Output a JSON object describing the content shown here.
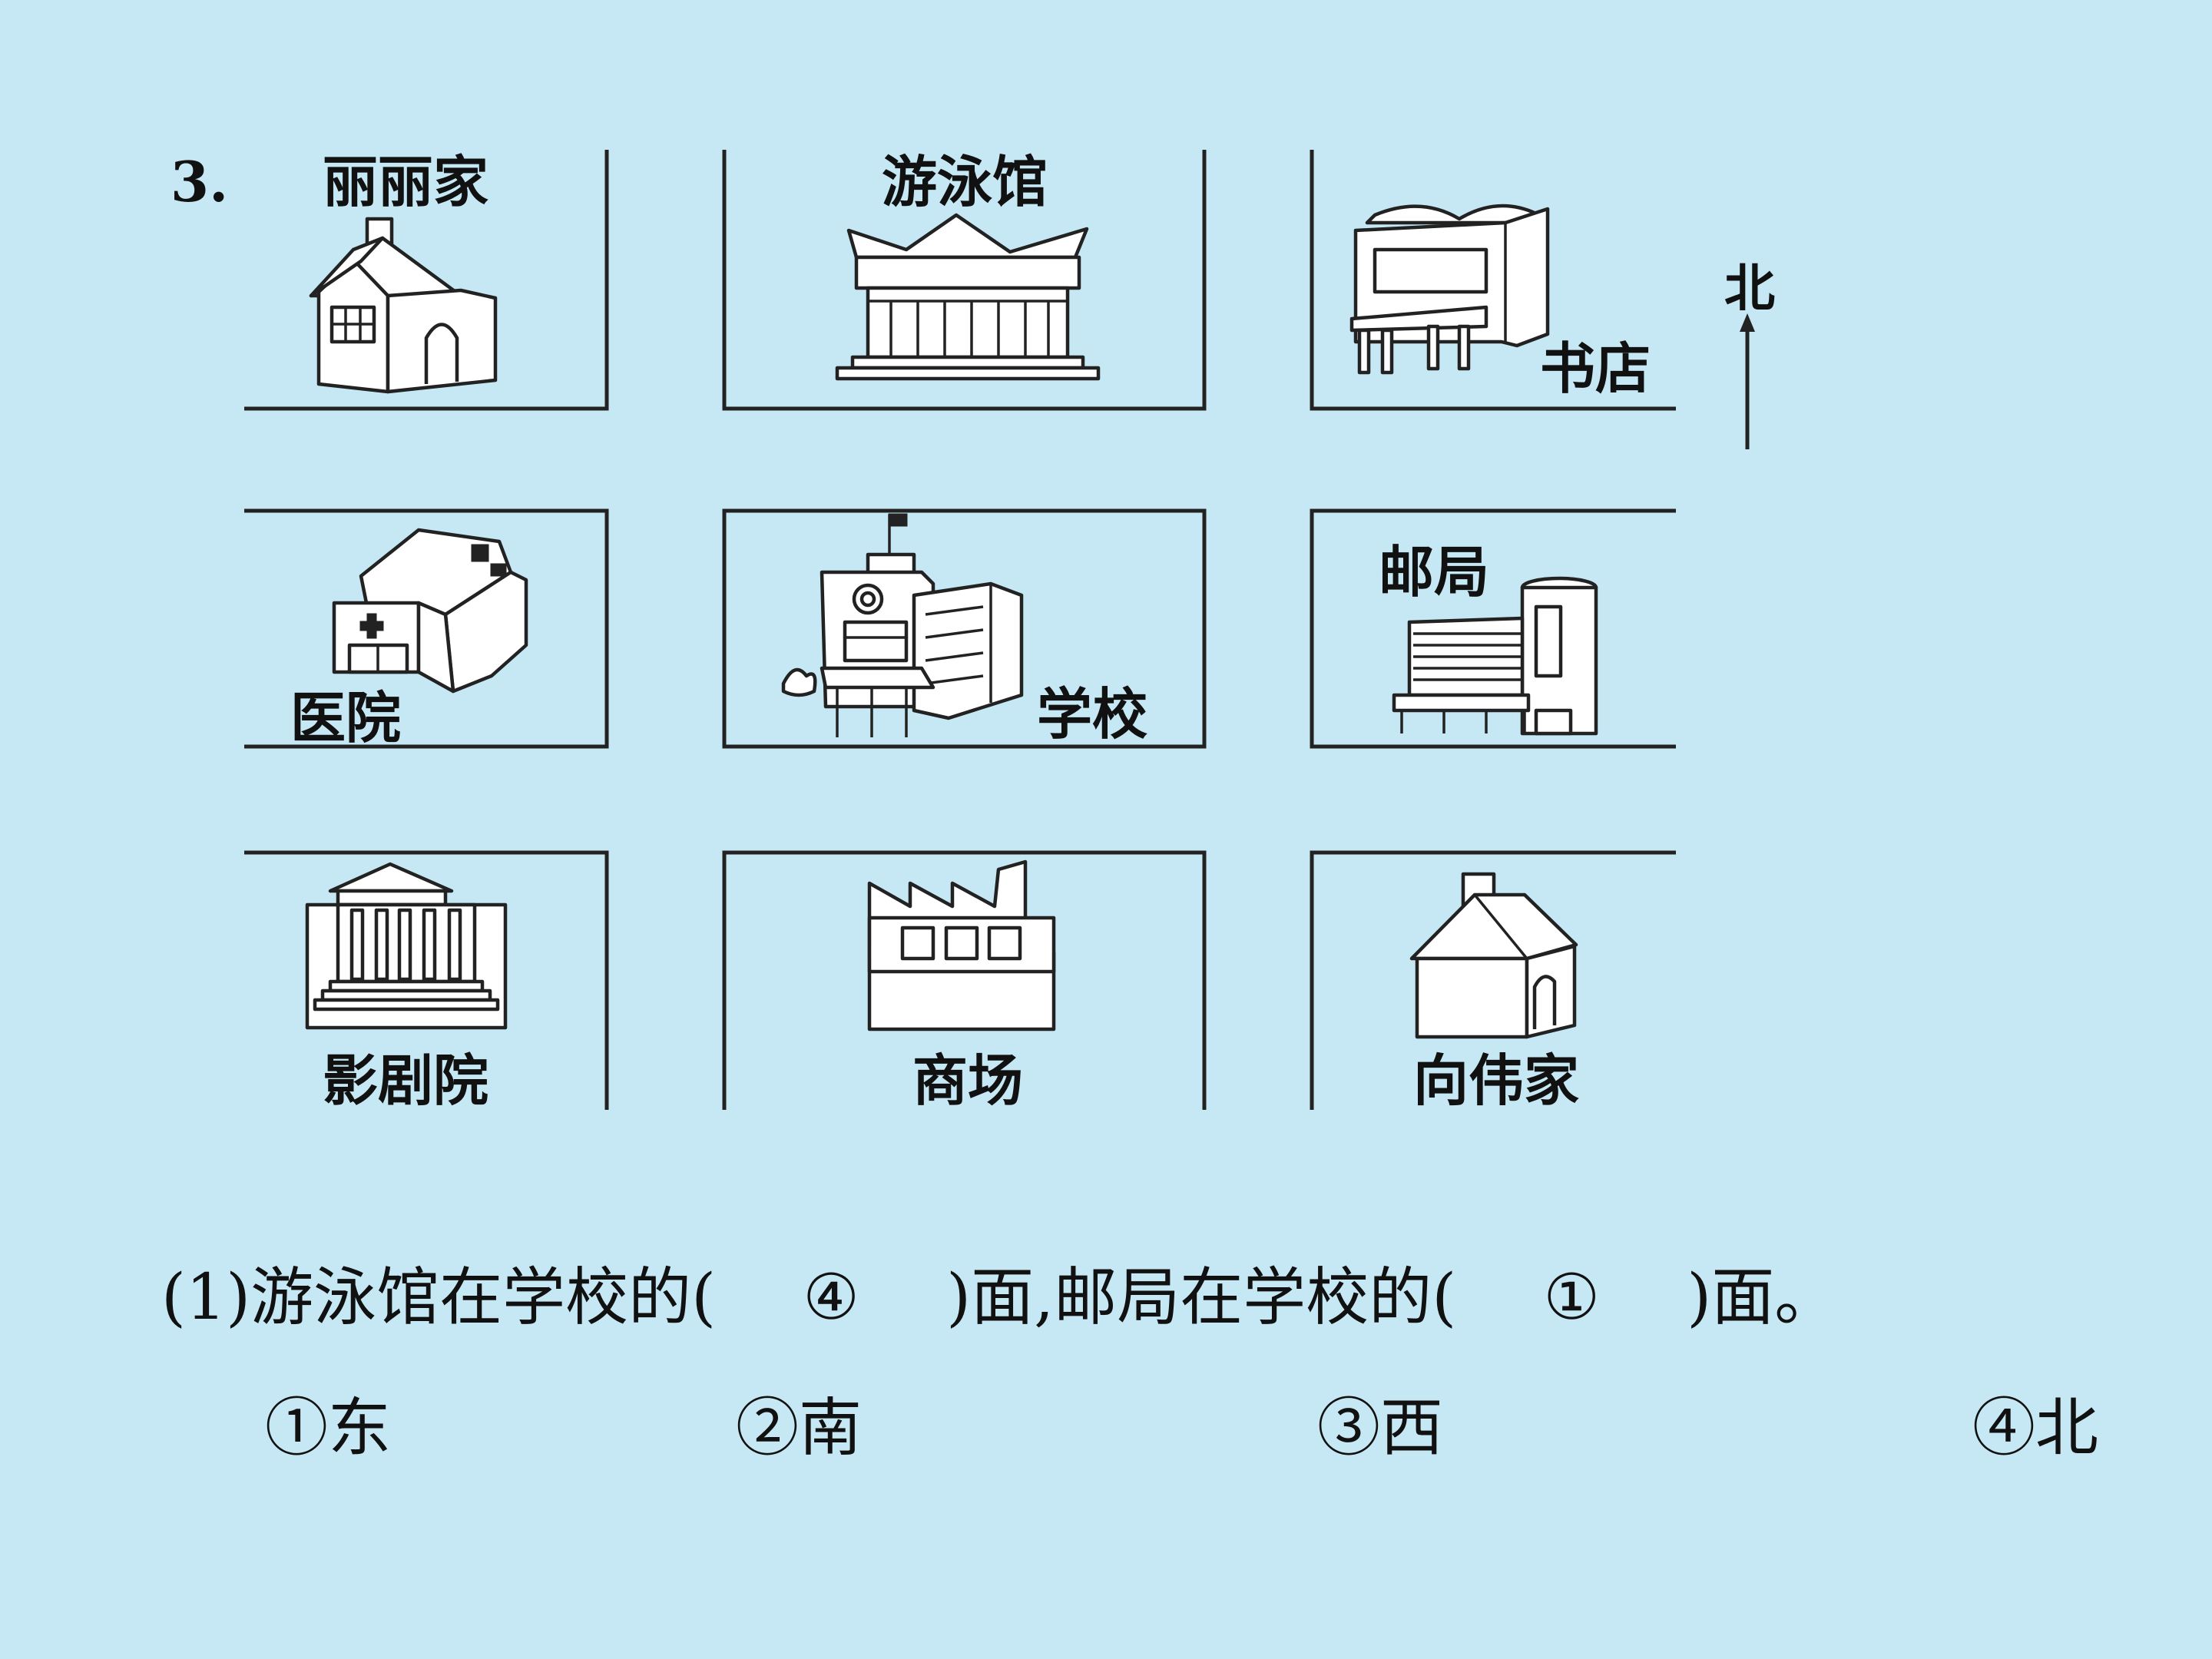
{
  "question_number": "3.",
  "north_label": "北",
  "places": {
    "lili_home": "丽丽家",
    "swimming_pool": "游泳馆",
    "bookstore": "书店",
    "hospital": "医院",
    "school": "学校",
    "post_office": "邮局",
    "theater": "影剧院",
    "mall": "商场",
    "xiangwei_home": "向伟家"
  },
  "question": {
    "prefix": "(1)游泳馆在学校的(",
    "answer1": "④",
    "middle": ")面,邮局在学校的(",
    "answer2": "①",
    "suffix": ")面。"
  },
  "options": [
    "①东",
    "②南",
    "③西",
    "④北"
  ],
  "colors": {
    "background": "#c6e8f4",
    "ink": "#222222"
  }
}
